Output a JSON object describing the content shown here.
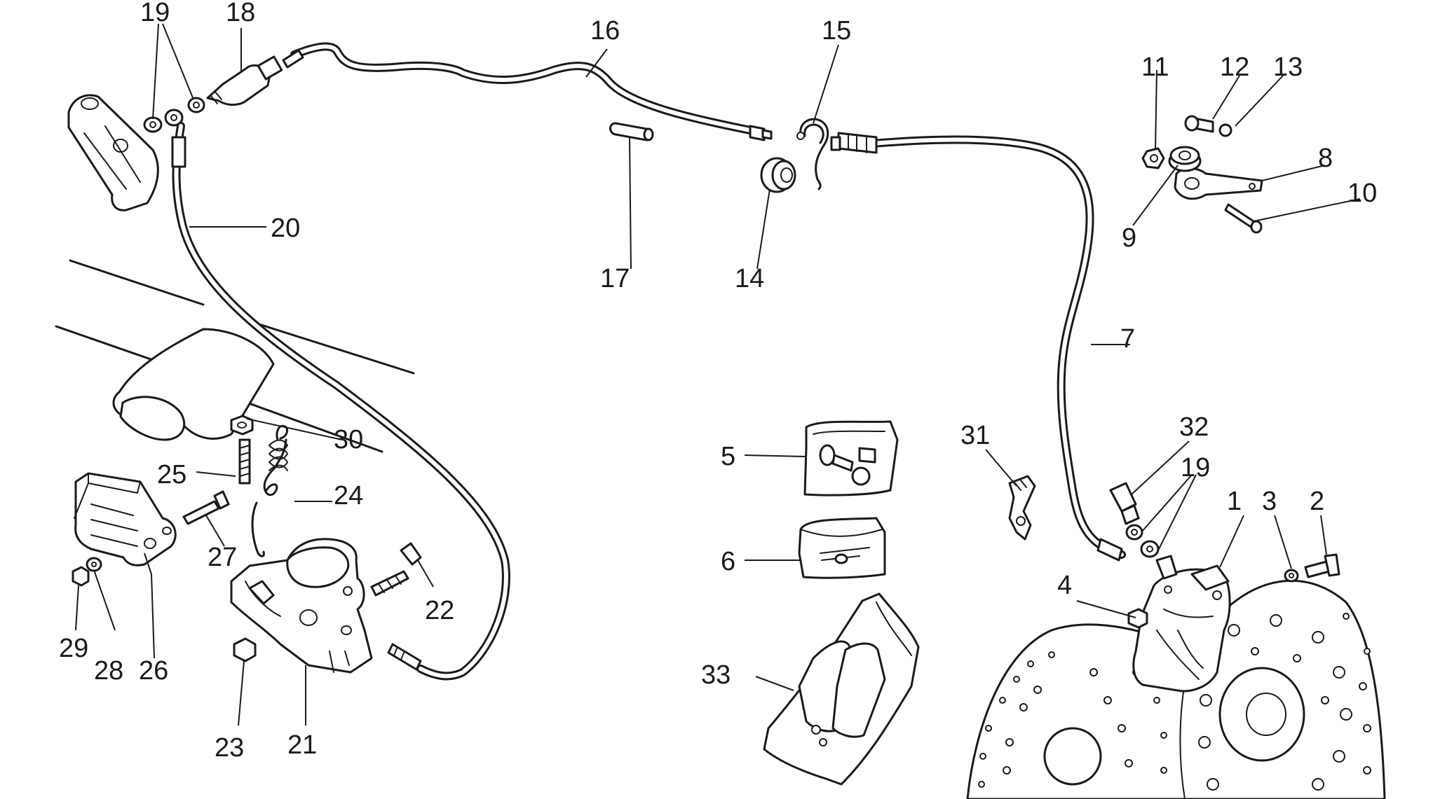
{
  "callouts": {
    "c1": "1",
    "c2": "2",
    "c3": "3",
    "c4": "4",
    "c5": "5",
    "c6": "6",
    "c7": "7",
    "c8": "8",
    "c9": "9",
    "c10": "10",
    "c11": "11",
    "c12": "12",
    "c13": "13",
    "c14": "14",
    "c15": "15",
    "c16": "16",
    "c17": "17",
    "c18": "18",
    "c19a": "19",
    "c19b": "19",
    "c20": "20",
    "c21": "21",
    "c22": "22",
    "c23": "23",
    "c24": "24",
    "c25": "25",
    "c26": "26",
    "c27": "27",
    "c28": "28",
    "c29": "29",
    "c30": "30",
    "c31": "31",
    "c32": "32",
    "c33": "33"
  },
  "colors": {
    "ink": "#1a1a1a",
    "paper": "#ffffff"
  }
}
